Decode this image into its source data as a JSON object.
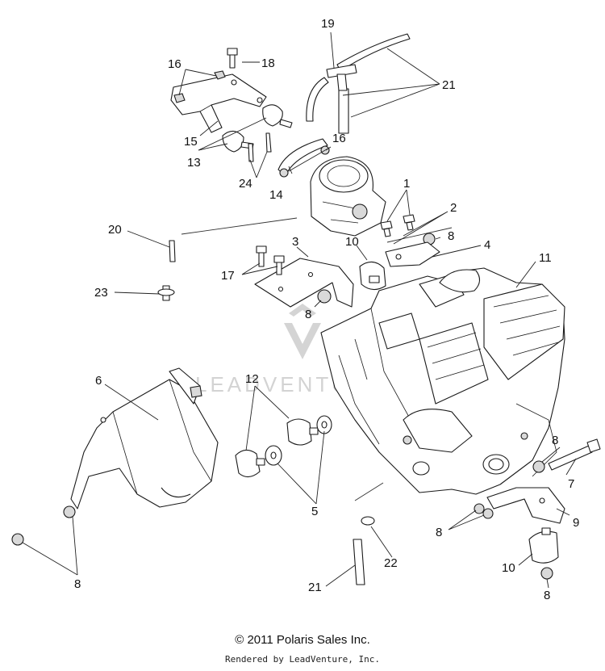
{
  "callouts": [
    {
      "label": "1"
    },
    {
      "label": "2"
    },
    {
      "label": "3"
    },
    {
      "label": "4"
    },
    {
      "label": "5"
    },
    {
      "label": "6"
    },
    {
      "label": "7"
    },
    {
      "label": "8"
    },
    {
      "label": "8"
    },
    {
      "label": "8"
    },
    {
      "label": "8"
    },
    {
      "label": "8"
    },
    {
      "label": "8"
    },
    {
      "label": "9"
    },
    {
      "label": "10"
    },
    {
      "label": "10"
    },
    {
      "label": "11"
    },
    {
      "label": "12"
    },
    {
      "label": "13"
    },
    {
      "label": "14"
    },
    {
      "label": "15"
    },
    {
      "label": "16"
    },
    {
      "label": "16"
    },
    {
      "label": "17"
    },
    {
      "label": "18"
    },
    {
      "label": "19"
    },
    {
      "label": "20"
    },
    {
      "label": "21"
    },
    {
      "label": "21"
    },
    {
      "label": "22"
    },
    {
      "label": "23"
    },
    {
      "label": "24"
    }
  ],
  "watermark": {
    "text": "LEADVENTURE",
    "icon": "leadventure-logo-icon"
  },
  "footer": {
    "copyright": "© 2011 Polaris Sales Inc.",
    "rendered_by": "Rendered by LeadVenture, Inc."
  }
}
